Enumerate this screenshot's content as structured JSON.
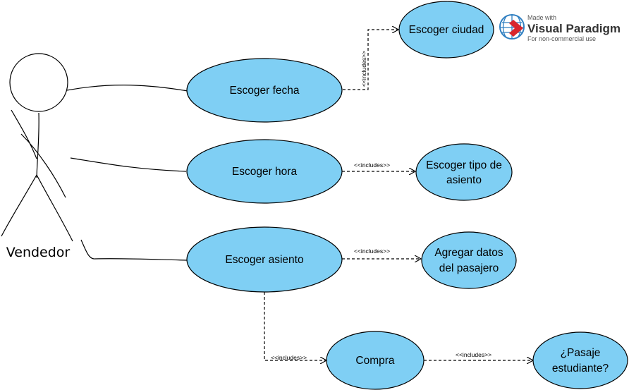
{
  "actor": {
    "name": "Vendedor"
  },
  "use_cases": {
    "escoger_fecha": "Escoger fecha",
    "escoger_ciudad": "Escoger ciudad",
    "escoger_hora": "Escoger hora",
    "escoger_tipo_line1": "Escoger tipo de",
    "escoger_tipo_line2": "asiento",
    "escoger_asiento": "Escoger asiento",
    "agregar_line1": "Agregar datos",
    "agregar_line2": "del pasajero",
    "compra": "Compra",
    "pasaje_line1": "¿Pasaje",
    "pasaje_line2": "estudiante?"
  },
  "relations": {
    "includes": "<<includes>>"
  },
  "watermark": {
    "line1": "Made with",
    "line2": "Visual Paradigm",
    "line3": "For non-commercial use"
  },
  "colors": {
    "use_case_fill": "#7fcff4",
    "stroke": "#000000"
  }
}
